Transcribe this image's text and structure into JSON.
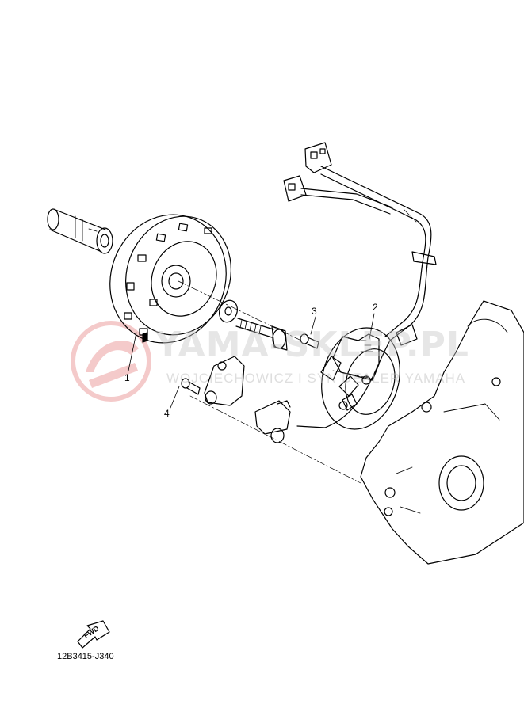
{
  "callouts": {
    "c1": "1",
    "c2": "2",
    "c3": "3",
    "c4": "4"
  },
  "watermark": {
    "main": "YAMA-SKLEP.PL",
    "sub": "WOJCIECHOWICZ I SYN DEALER YAMAHA"
  },
  "fwd_label": "FWD",
  "diagram_code": "12B3415-J340",
  "colors": {
    "line": "#000000",
    "watermark_logo": "#f2b8b8"
  }
}
